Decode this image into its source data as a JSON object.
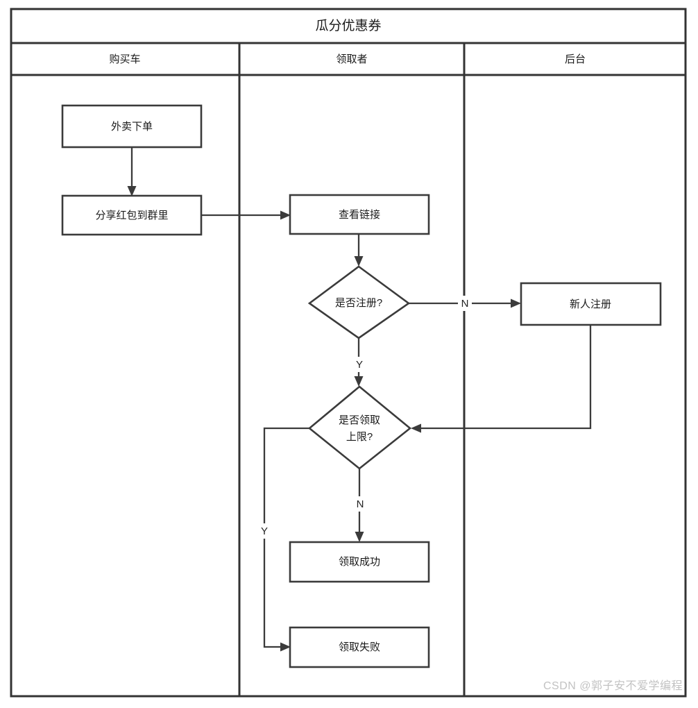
{
  "diagram": {
    "title": "瓜分优惠券",
    "type": "swimlane-flowchart",
    "lanes": [
      {
        "id": "lane-buyer",
        "label": "购买车"
      },
      {
        "id": "lane-receiver",
        "label": "领取者"
      },
      {
        "id": "lane-backend",
        "label": "后台"
      }
    ],
    "nodes": [
      {
        "id": "n1",
        "lane": "lane-buyer",
        "shape": "process",
        "label": "外卖下单"
      },
      {
        "id": "n2",
        "lane": "lane-buyer",
        "shape": "process",
        "label": "分享红包到群里"
      },
      {
        "id": "n3",
        "lane": "lane-receiver",
        "shape": "process",
        "label": "查看链接"
      },
      {
        "id": "n4",
        "lane": "lane-receiver",
        "shape": "decision",
        "label": "是否注册?"
      },
      {
        "id": "n5",
        "lane": "lane-backend",
        "shape": "process",
        "label": "新人注册"
      },
      {
        "id": "n6",
        "lane": "lane-receiver",
        "shape": "decision",
        "label_line1": "是否领取",
        "label_line2": "上限?"
      },
      {
        "id": "n7",
        "lane": "lane-receiver",
        "shape": "process",
        "label": "领取成功"
      },
      {
        "id": "n8",
        "lane": "lane-receiver",
        "shape": "process",
        "label": "领取失败"
      }
    ],
    "edges": [
      {
        "id": "e1",
        "from": "n1",
        "to": "n2",
        "label": ""
      },
      {
        "id": "e2",
        "from": "n2",
        "to": "n3",
        "label": ""
      },
      {
        "id": "e3",
        "from": "n3",
        "to": "n4",
        "label": ""
      },
      {
        "id": "e4",
        "from": "n4",
        "to": "n5",
        "label": "N"
      },
      {
        "id": "e5",
        "from": "n4",
        "to": "n6",
        "label": "Y"
      },
      {
        "id": "e6",
        "from": "n5",
        "to": "n6",
        "label": ""
      },
      {
        "id": "e7",
        "from": "n6",
        "to": "n7",
        "label": "N"
      },
      {
        "id": "e8",
        "from": "n6",
        "to": "n8",
        "label": "Y"
      }
    ]
  },
  "watermark": {
    "text": "CSDN @郭子安不爱学编程"
  },
  "colors": {
    "frame": "#333333",
    "node_stroke": "#3b3b3b",
    "node_fill": "#ffffff",
    "text": "#1a1a1a",
    "watermark": "#c2c2c2",
    "background": "#ffffff"
  }
}
